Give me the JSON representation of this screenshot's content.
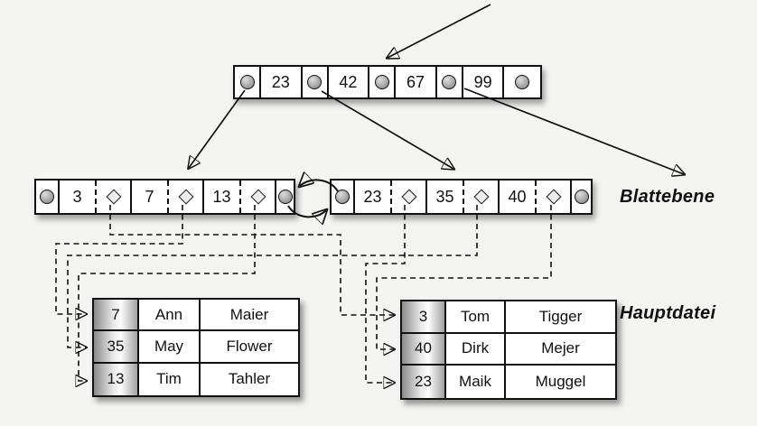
{
  "diagram_type": "b-plus-tree-index",
  "labels": {
    "leaf_level": "Blattebene",
    "main_file": "Hauptdatei"
  },
  "root_node": {
    "keys": [
      "23",
      "42",
      "67",
      "99"
    ]
  },
  "leaf_nodes": {
    "left": {
      "keys": [
        "3",
        "7",
        "13"
      ]
    },
    "right": {
      "keys": [
        "23",
        "35",
        "40"
      ]
    }
  },
  "tables": {
    "left": {
      "rows": [
        [
          "7",
          "Ann",
          "Maier"
        ],
        [
          "35",
          "May",
          "Flower"
        ],
        [
          "13",
          "Tim",
          "Tahler"
        ]
      ]
    },
    "right": {
      "rows": [
        [
          "3",
          "Tom",
          "Tigger"
        ],
        [
          "40",
          "Dirk",
          "Mejer"
        ],
        [
          "23",
          "Maik",
          "Muggel"
        ]
      ]
    }
  },
  "connections": {
    "root_pointer_1": "left-leaf",
    "root_pointer_2": "right-leaf",
    "root_pointer_4": "off-diagram-right",
    "leaf_links": "bidirectional",
    "key_to_record": {
      "3": "right-table-row-1",
      "7": "left-table-row-1",
      "13": "left-table-row-3",
      "23": "right-table-row-3",
      "35": "left-table-row-2",
      "40": "right-table-row-2"
    }
  },
  "icons": {
    "pointer": "pointer-circle-icon",
    "record_ref": "record-pointer-diamond-icon"
  },
  "colors": {
    "background": "#f4f4f3",
    "line": "#111111",
    "node_fill": "#ffffff",
    "key_column_gradient": [
      "#8b8b8b",
      "#fdfdfd",
      "#a2a2a2"
    ]
  }
}
